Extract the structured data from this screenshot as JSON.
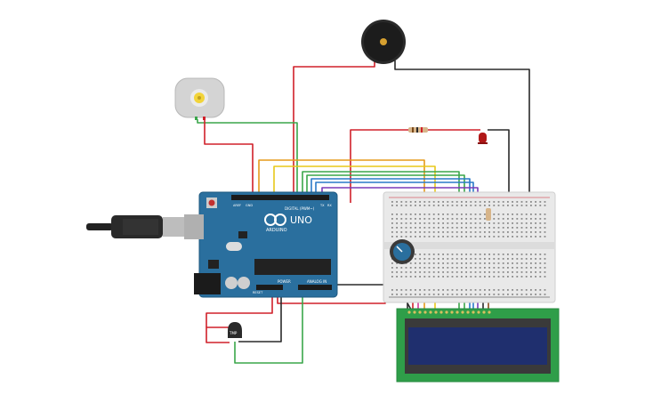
{
  "board": {
    "brand": "ARDUINO",
    "model": "UNO",
    "digital_label": "DIGITAL (PWM~)",
    "power_label": "POWER",
    "analog_label": "ANALOG IN",
    "tx_label": "TX",
    "rx_label": "RX",
    "aref_label": "AREF",
    "gnd_label": "GND",
    "reset_label": "RESET"
  },
  "sensor": {
    "label": "TMP"
  },
  "colors": {
    "board": "#2a6f9e",
    "lcd_pcb": "#2f9e49",
    "lcd_screen": "#1f2f6e",
    "wire_red": "#d0202a",
    "wire_black": "#2a2a2a",
    "wire_green": "#3aa64a",
    "wire_orange": "#e59a1a",
    "wire_yellow": "#e8c81a",
    "wire_blue": "#2a7ac8",
    "wire_purple": "#7a3ab8",
    "wire_pink": "#d23a9a",
    "breadboard": "#e9e9e9"
  }
}
